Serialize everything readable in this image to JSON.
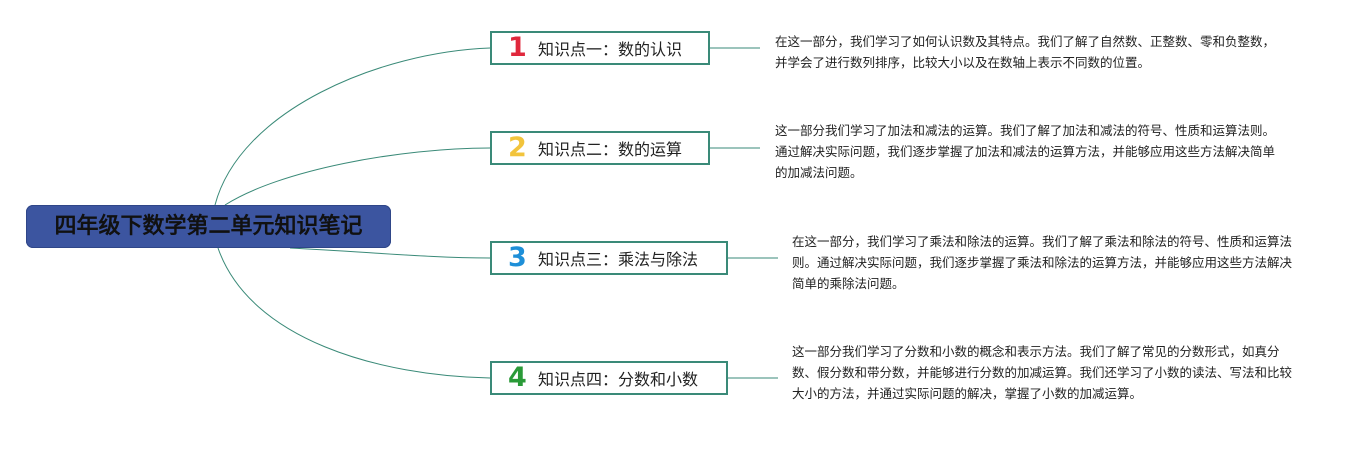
{
  "root": {
    "title": "四年级下数学第二单元知识笔记",
    "color": "#3c55a0"
  },
  "line_color": "#3a8a78",
  "branches": [
    {
      "number": "1",
      "number_color": "#e0283c",
      "label": "知识点一：数的认识",
      "description": "在这一部分，我们学习了如何认识数及其特点。我们了解了自然数、正整数、零和负整数，并学会了进行数列排序，比较大小以及在数轴上表示不同数的位置。"
    },
    {
      "number": "2",
      "number_color": "#f2c43c",
      "label": "知识点二：数的运算",
      "description": "这一部分我们学习了加法和减法的运算。我们了解了加法和减法的符号、性质和运算法则。通过解决实际问题，我们逐步掌握了加法和减法的运算方法，并能够应用这些方法解决简单的加减法问题。"
    },
    {
      "number": "3",
      "number_color": "#1e8fd8",
      "label": "知识点三：乘法与除法",
      "description": "在这一部分，我们学习了乘法和除法的运算。我们了解了乘法和除法的符号、性质和运算法则。通过解决实际问题，我们逐步掌握了乘法和除法的运算方法，并能够应用这些方法解决简单的乘除法问题。"
    },
    {
      "number": "4",
      "number_color": "#2a9a38",
      "label": "知识点四：分数和小数",
      "description": "这一部分我们学习了分数和小数的概念和表示方法。我们了解了常见的分数形式，如真分数、假分数和带分数，并能够进行分数的加减运算。我们还学习了小数的读法、写法和比较大小的方法，并通过实际问题的解决，掌握了小数的加减运算。"
    }
  ]
}
